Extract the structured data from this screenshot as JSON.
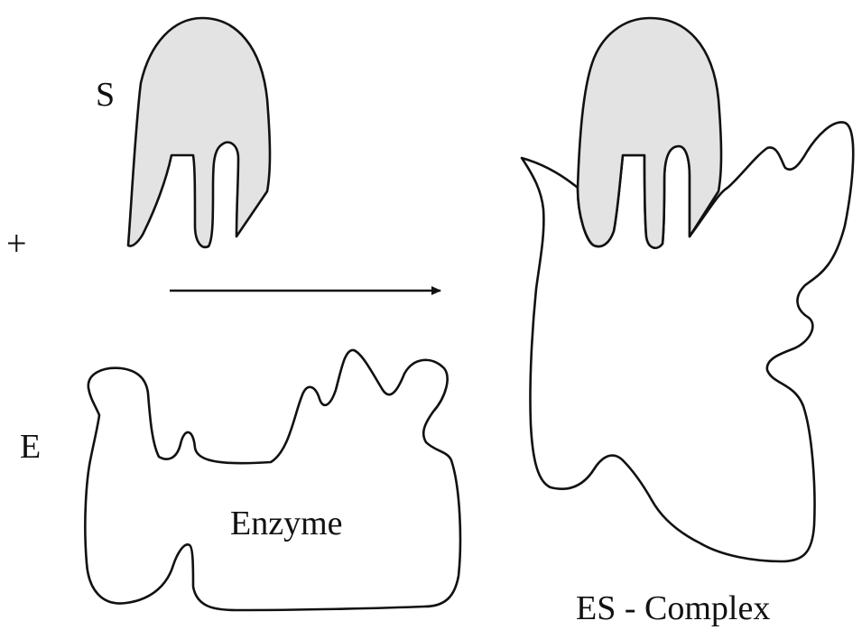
{
  "labels": {
    "substrate": "S",
    "plus": "+",
    "enzyme_symbol": "E",
    "enzyme_name": "Enzyme",
    "complex_name": "ES - Complex"
  },
  "colors": {
    "substrate_fill": "#e3e3e3",
    "outline": "#111111",
    "background": "#ffffff"
  }
}
